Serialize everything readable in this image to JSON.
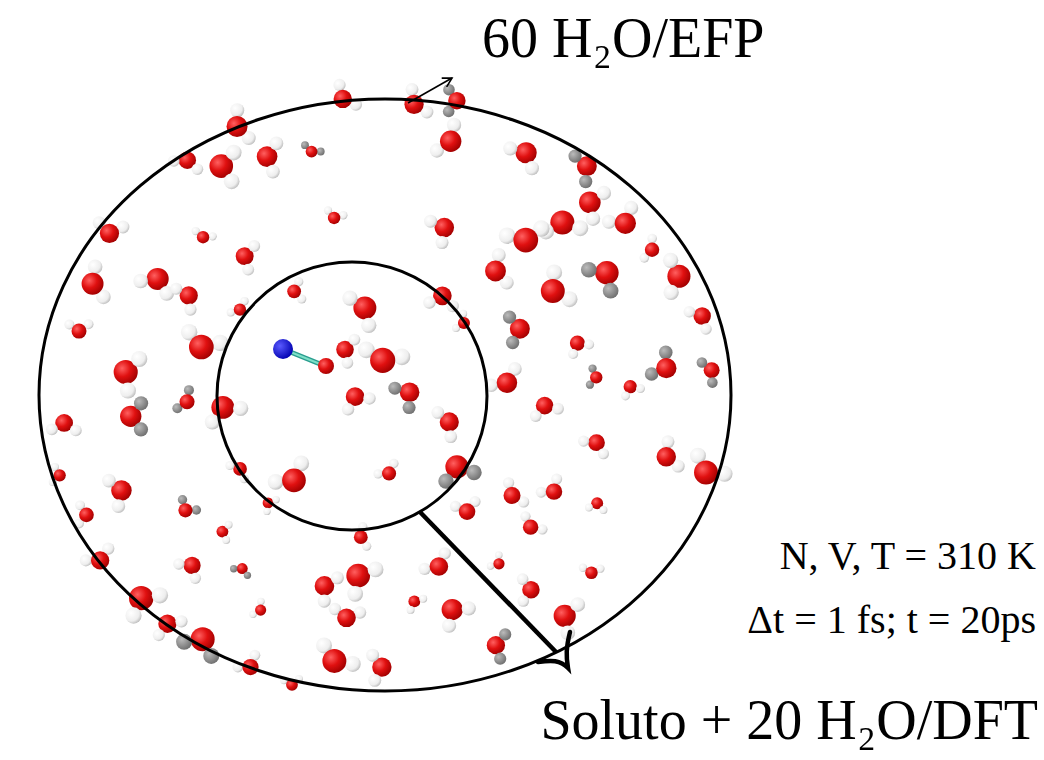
{
  "diagram": {
    "labels": [
      "60 H₂O/EFP",
      "N, V, T = 310 K",
      "Δt = 1 fs; t = 20ps",
      "Soluto + 20 H₂O/DFT"
    ]
  }
}
